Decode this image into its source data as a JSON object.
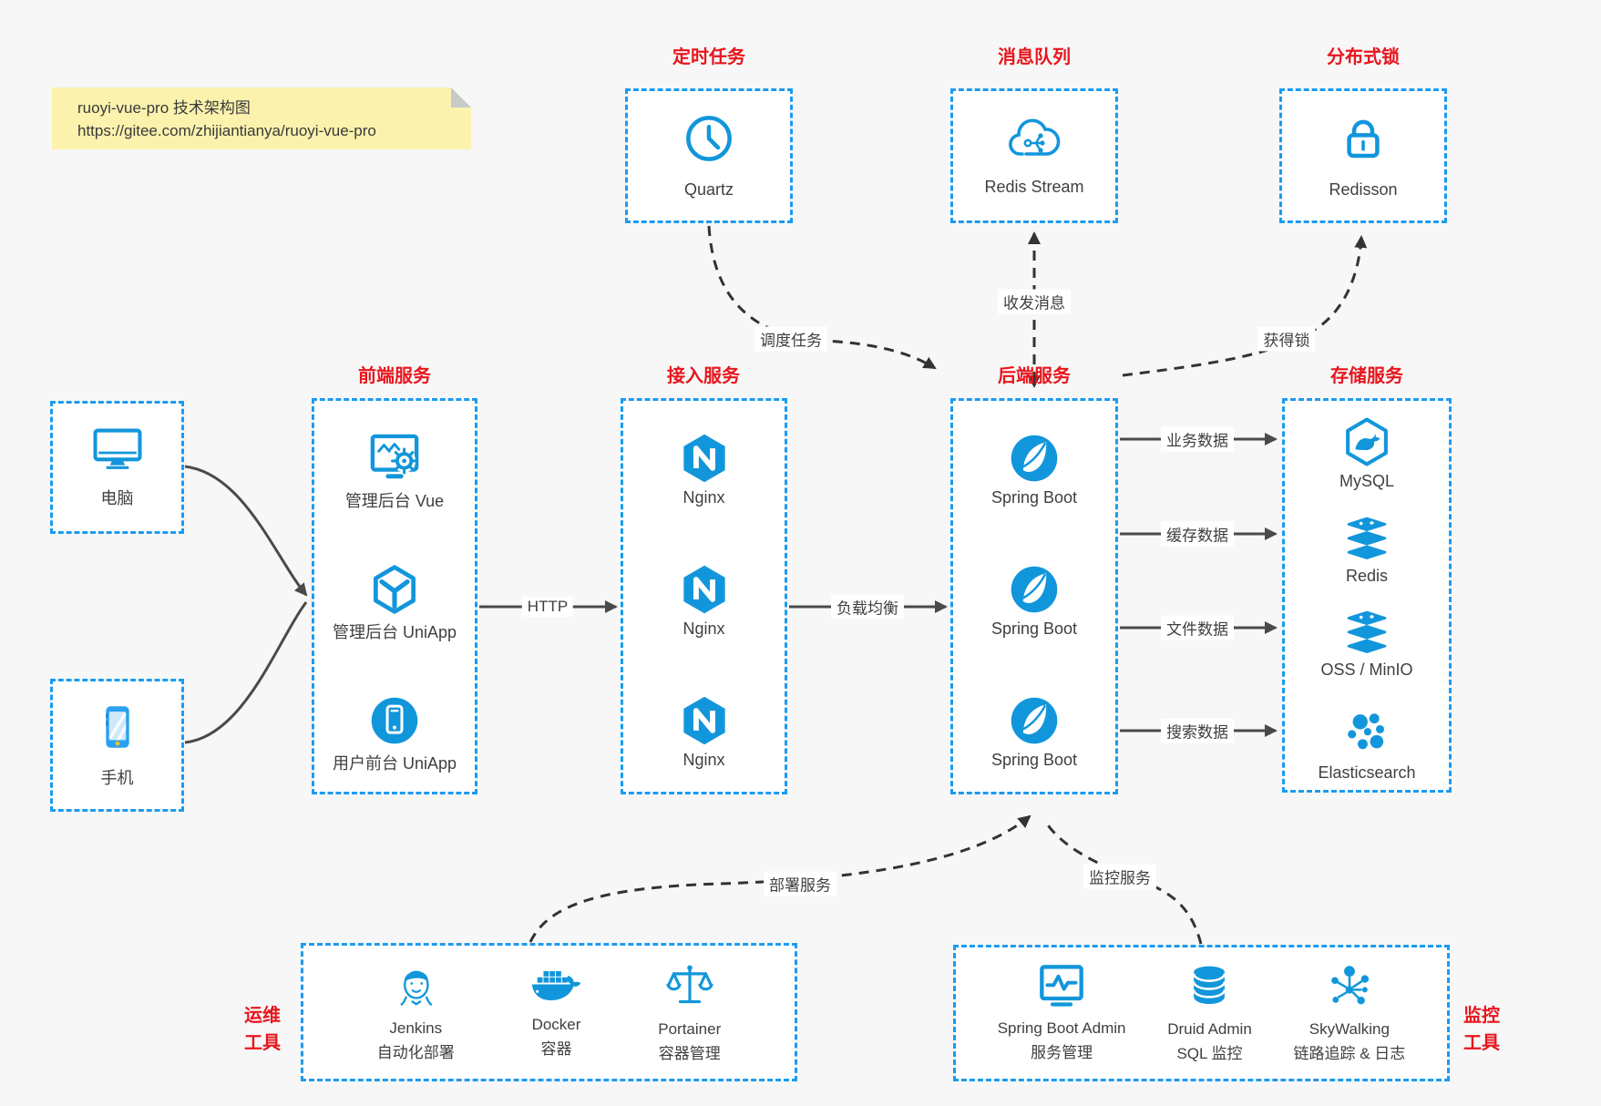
{
  "note": {
    "line1": "ruoyi-vue-pro 技术架构图",
    "line2": "https://gitee.com/zhijiantianya/ruoyi-vue-pro"
  },
  "top_groups": [
    {
      "title": "定时任务",
      "label": "Quartz",
      "icon": "clock-icon"
    },
    {
      "title": "消息队列",
      "label": "Redis Stream",
      "icon": "cloud-share-icon"
    },
    {
      "title": "分布式锁",
      "label": "Redisson",
      "icon": "lock-icon"
    }
  ],
  "clients": [
    {
      "label": "电脑",
      "icon": "desktop-icon"
    },
    {
      "label": "手机",
      "icon": "mobile-icon"
    }
  ],
  "columns": {
    "frontend": {
      "title": "前端服务",
      "items": [
        {
          "label": "管理后台 Vue",
          "icon": "admin-vue-icon"
        },
        {
          "label": "管理后台 UniApp",
          "icon": "cube-icon"
        },
        {
          "label": "用户前台 UniApp",
          "icon": "user-app-icon"
        }
      ]
    },
    "access": {
      "title": "接入服务",
      "items": [
        {
          "label": "Nginx",
          "icon": "nginx-icon"
        },
        {
          "label": "Nginx",
          "icon": "nginx-icon"
        },
        {
          "label": "Nginx",
          "icon": "nginx-icon"
        }
      ]
    },
    "backend": {
      "title": "后端服务",
      "items": [
        {
          "label": "Spring Boot",
          "icon": "spring-boot-icon"
        },
        {
          "label": "Spring Boot",
          "icon": "spring-boot-icon"
        },
        {
          "label": "Spring Boot",
          "icon": "spring-boot-icon"
        }
      ]
    },
    "storage": {
      "title": "存储服务",
      "items": [
        {
          "label": "MySQL",
          "icon": "mysql-icon"
        },
        {
          "label": "Redis",
          "icon": "redis-stack-icon"
        },
        {
          "label": "OSS / MinIO",
          "icon": "redis-stack-icon"
        },
        {
          "label": "Elasticsearch",
          "icon": "elasticsearch-icon"
        }
      ]
    }
  },
  "bottom_groups": {
    "ops": {
      "side_label": [
        "运维",
        "工具"
      ],
      "items": [
        {
          "name": "Jenkins",
          "desc": "自动化部署",
          "icon": "jenkins-icon"
        },
        {
          "name": "Docker",
          "desc": "容器",
          "icon": "docker-icon"
        },
        {
          "name": "Portainer",
          "desc": "容器管理",
          "icon": "scales-icon"
        }
      ]
    },
    "monitoring": {
      "side_label": [
        "监控",
        "工具"
      ],
      "items": [
        {
          "name": "Spring Boot Admin",
          "desc": "服务管理",
          "icon": "monitor-pulse-icon"
        },
        {
          "name": "Druid Admin",
          "desc": "SQL 监控",
          "icon": "database-icon"
        },
        {
          "name": "SkyWalking",
          "desc": "链路追踪 & 日志",
          "icon": "network-nodes-icon"
        }
      ]
    }
  },
  "edges": {
    "http": "HTTP",
    "load_balance": "负载均衡",
    "schedule": "调度任务",
    "messaging": "收发消息",
    "lock": "获得锁",
    "business_data": "业务数据",
    "cache_data": "缓存数据",
    "file_data": "文件数据",
    "search_data": "搜索数据",
    "deploy": "部署服务",
    "monitor": "监控服务"
  },
  "colors": {
    "canvas_bg": "#f7f7f7",
    "node_border_blue": "#1b9bf0",
    "icon_blue": "#1296db",
    "title_red": "#e8151d",
    "label_gray": "#3f3f3f",
    "note_bg": "#fbf2ad",
    "solid_arrow": "#4a4a4a",
    "dashed_arrow": "#333333"
  }
}
